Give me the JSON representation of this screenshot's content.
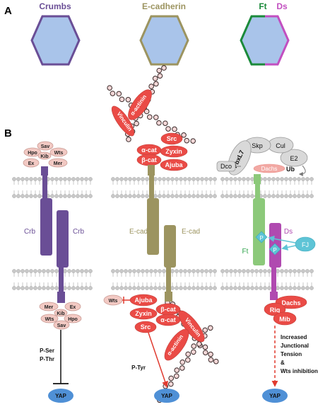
{
  "panel_a": {
    "label": "A",
    "titles": {
      "crumbs": "Crumbs",
      "ecad": "E-cadherin",
      "ft": "Ft",
      "ds": "Ds"
    }
  },
  "panel_b": {
    "label": "B",
    "crumbs": {
      "top_complex": {
        "sav": "Sav",
        "hpo": "Hpo",
        "kib": "Kib",
        "wts": "Wts",
        "ex": "Ex",
        "mer": "Mer"
      },
      "bottom_complex": {
        "mer": "Mer",
        "ex": "Ex",
        "kib": "Kib",
        "wts": "Wts",
        "hpo": "Hpo",
        "sav": "Sav"
      },
      "crb_left": "Crb",
      "crb_right": "Crb",
      "p_ser": "P-Ser",
      "p_thr": "P-Thr",
      "yap": "YAP"
    },
    "ecad": {
      "actinin_top": "α-actinin",
      "vinculin_top": "Vinculin",
      "acat_top": "α-cat",
      "bcat_top": "β-cat",
      "src_top": "Src",
      "zyxin_top": "Zyxin",
      "ajuba_top": "Ajuba",
      "ecad_left": "E-cad",
      "ecad_right": "E-cad",
      "wts": "Wts",
      "ajuba_bottom": "Ajuba",
      "zyxin_bottom": "Zyxin",
      "src_bottom": "Src",
      "bcat_bottom": "β-cat",
      "acat_bottom": "α-cat",
      "vinculin_bottom": "Vinculin",
      "actinin_bottom": "α-actinin",
      "ptyr": "P-Tyr",
      "yap": "YAP"
    },
    "ftds": {
      "fbxl7": "FbxL7",
      "skp": "Skp",
      "cul": "Cul",
      "e2": "E2",
      "dco": "Dco",
      "dachs_faded": "Dachs",
      "ub": "Ub",
      "ds": "Ds",
      "ft": "Ft",
      "p1": "P",
      "p2": "P",
      "fj": "FJ",
      "dachs": "Dachs",
      "riq": "Riq",
      "mib": "Mib",
      "caption": [
        "Increased",
        "Junctional",
        "Tension",
        "&",
        "Wts inhibition"
      ],
      "yap": "YAP"
    }
  },
  "colors": {
    "crumbs": "#6a4e96",
    "crumbs_dark": "#5a3f86",
    "ecad": "#9c9460",
    "ecad_dark": "#7e7648",
    "ft": "#8cc97a",
    "ft_edge": "#1b8a3a",
    "ds": "#b04ab0",
    "ds_edge": "#c24fc0",
    "cell": "#a9c4ea",
    "red": "#ea4b46",
    "pink": "#f2c9c3",
    "grey": "#d9d9d9",
    "cyan": "#5ec4d6",
    "yap": "#4f90d6",
    "arrow_red": "#e03a2f"
  }
}
